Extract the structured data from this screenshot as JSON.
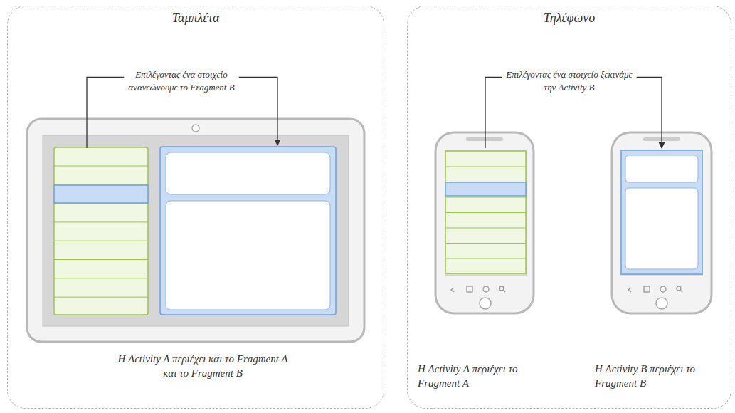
{
  "diagram": {
    "nodes": [
      {
        "text": [
          "Ταμπλέτα"
        ]
      },
      {
        "text": [
          "Τηλέφωνο"
        ]
      }
    ],
    "labels": [
      "Επιλέγοντας ένα στοιχείο ανανεώνουμε το Fragment B",
      "Η Activity A περιέχει και το Fragment A και το Fragment B",
      "Επιλέγοντας ένα στοιχείο ξεκινάμε την Activity B",
      "Η Activity A περιέχει το Fragment A",
      "Η Activity B περιέχει το Fragment B"
    ]
  }
}
